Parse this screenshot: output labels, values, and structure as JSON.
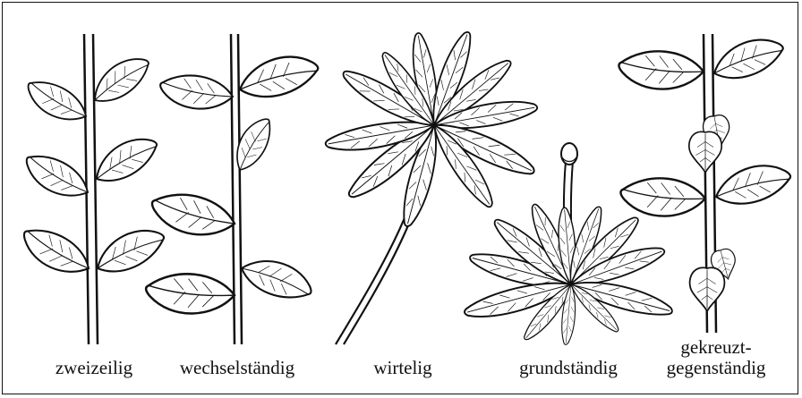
{
  "captions": {
    "distichous": "zweizeilig",
    "alternate": "wechselständig",
    "whorled": "wirtelig",
    "basal": "grundständig",
    "decussate_line1": "gekreuzt-",
    "decussate_line2": "gegenständig"
  },
  "colors": {
    "ink": "#111111",
    "paper": "#ffffff"
  },
  "icons": [
    "stem-illustration",
    "leaf-illustration",
    "rosette-illustration",
    "flower-bud-illustration"
  ]
}
